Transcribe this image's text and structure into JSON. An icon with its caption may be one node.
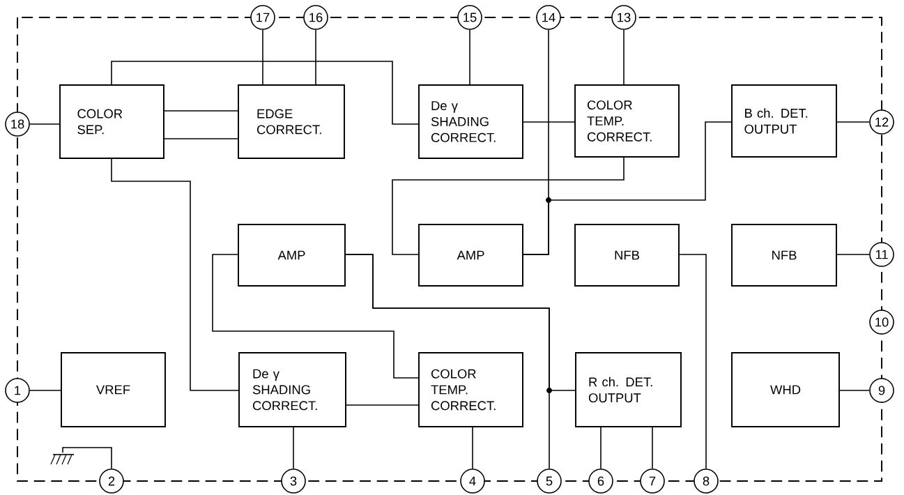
{
  "diagram": {
    "nodes": [
      {
        "text": [
          "17"
        ]
      },
      {
        "text": [
          "16"
        ]
      },
      {
        "text": [
          "15"
        ]
      },
      {
        "text": [
          "14"
        ]
      },
      {
        "text": [
          "13"
        ]
      },
      {
        "text": [
          "18"
        ]
      },
      {
        "text": [
          "COLOR SEP."
        ]
      },
      {
        "text": [
          "EDGE CORRECT."
        ]
      },
      {
        "text": [
          "De γ SHADING CORRECT."
        ]
      },
      {
        "text": [
          "COLOR TEMP. CORRECT."
        ]
      },
      {
        "text": [
          "B ch. DET. OUTPUT"
        ]
      },
      {
        "text": [
          "12"
        ]
      },
      {
        "text": [
          "AMP"
        ]
      },
      {
        "text": [
          "AMP"
        ]
      },
      {
        "text": [
          "NFB"
        ]
      },
      {
        "text": [
          "NFB"
        ]
      },
      {
        "text": [
          "11"
        ]
      },
      {
        "text": [
          "10"
        ]
      },
      {
        "text": [
          "1"
        ]
      },
      {
        "text": [
          "VREF"
        ]
      },
      {
        "text": [
          "De γ SHADING CORRECT."
        ]
      },
      {
        "text": [
          "COLOR TEMP. CORRECT."
        ]
      },
      {
        "text": [
          "R ch. DET. OUTPUT"
        ]
      },
      {
        "text": [
          "WHD"
        ]
      },
      {
        "text": [
          "9"
        ]
      },
      {
        "text": [],
        "shape": "ground"
      },
      {
        "text": [
          "2"
        ]
      },
      {
        "text": [
          "3"
        ]
      },
      {
        "text": [
          "4"
        ]
      },
      {
        "text": [
          "5"
        ]
      },
      {
        "text": [
          "6"
        ]
      },
      {
        "text": [
          "7"
        ]
      },
      {
        "text": [
          "8"
        ]
      }
    ],
    "edges": [
      {
        "from": 5,
        "to": 6,
        "arrow": "none"
      },
      {
        "from": 6,
        "to": 7,
        "arrow": "none"
      },
      {
        "from": 6,
        "to": 7,
        "arrow": "none"
      },
      {
        "from": 0,
        "to": 7,
        "arrow": "none"
      },
      {
        "from": 1,
        "to": 7,
        "arrow": "none"
      },
      {
        "from": 6,
        "to": 8,
        "arrow": "none"
      },
      {
        "from": 2,
        "to": 8,
        "arrow": "none"
      },
      {
        "from": 8,
        "to": 9,
        "arrow": "none"
      },
      {
        "from": 4,
        "to": 9,
        "arrow": "none"
      },
      {
        "from": 9,
        "to": 13,
        "arrow": "none"
      },
      {
        "from": 13,
        "to": 3,
        "arrow": "none"
      },
      {
        "from": 13,
        "to": 10,
        "arrow": "none"
      },
      {
        "from": 10,
        "to": 11,
        "arrow": "none"
      },
      {
        "from": 15,
        "to": 16,
        "arrow": "none"
      },
      {
        "from": 14,
        "to": 32,
        "arrow": "none"
      },
      {
        "from": 12,
        "to": 29,
        "arrow": "none"
      },
      {
        "from": 12,
        "to": 22,
        "arrow": "none"
      },
      {
        "from": 12,
        "to": 21,
        "arrow": "none"
      },
      {
        "from": 6,
        "to": 20,
        "arrow": "none"
      },
      {
        "from": 20,
        "to": 21,
        "arrow": "none"
      },
      {
        "from": 20,
        "to": 27,
        "arrow": "none"
      },
      {
        "from": 21,
        "to": 28,
        "arrow": "none"
      },
      {
        "from": 22,
        "to": 30,
        "arrow": "none"
      },
      {
        "from": 22,
        "to": 31,
        "arrow": "none"
      },
      {
        "from": 18,
        "to": 19,
        "arrow": "none"
      },
      {
        "from": 23,
        "to": 24,
        "arrow": "none"
      },
      {
        "from": 26,
        "to": 25,
        "arrow": "none"
      }
    ]
  }
}
